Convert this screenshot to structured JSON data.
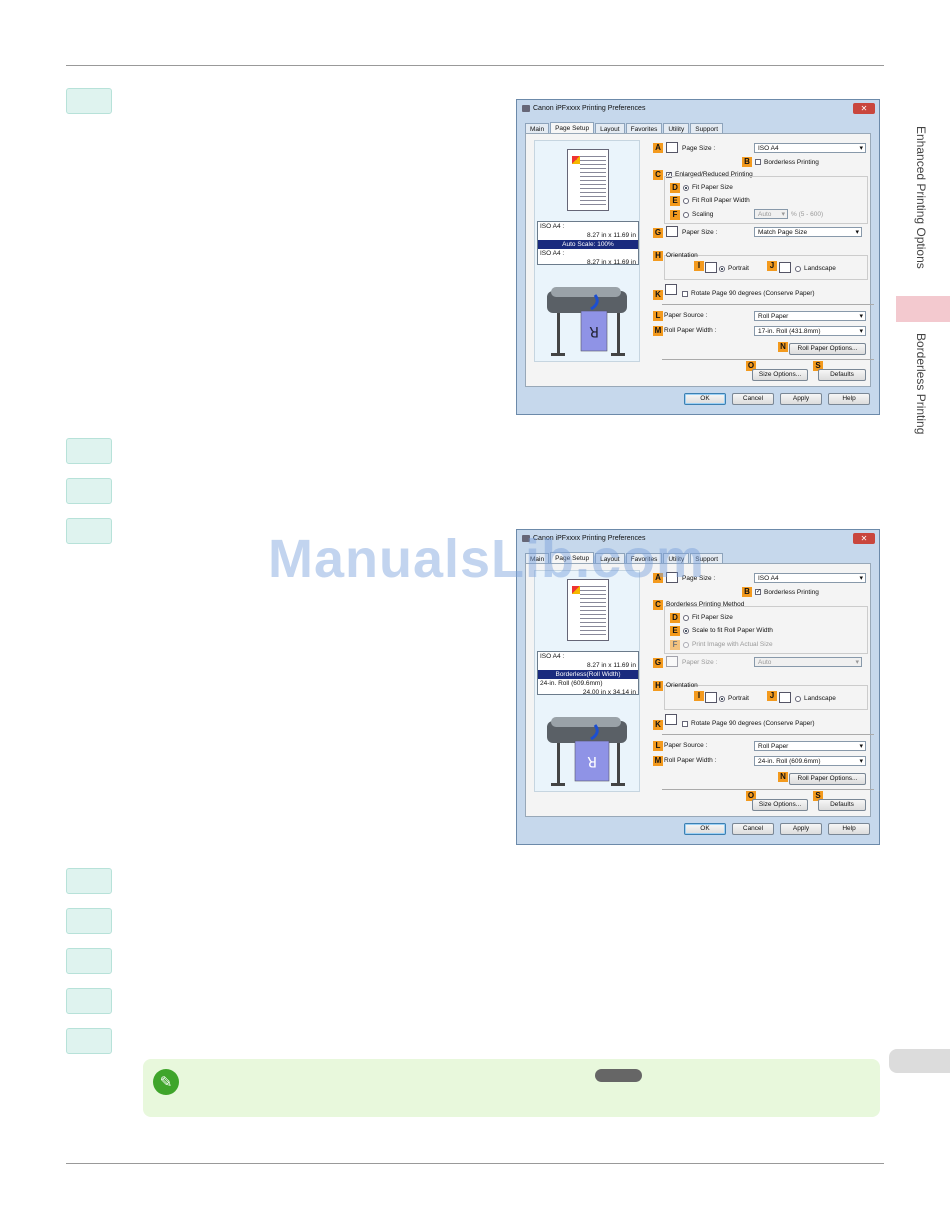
{
  "side_titles": {
    "section": "Enhanced Printing Options",
    "subsection": "Borderless Printing"
  },
  "watermark": "ManualsLib.com",
  "dialog1": {
    "title": "Canon iPFxxxx Printing Preferences",
    "close": "✕",
    "tabs": [
      "Main",
      "Page Setup",
      "Layout",
      "Favorites",
      "Utility",
      "Support"
    ],
    "preview_info": {
      "l1": "ISO A4 :",
      "l2": "8.27 in x 11.69 in",
      "l3": "Auto Scale: 100%",
      "l4": "ISO A4 :",
      "l5": "8.27 in x 11.69 in"
    },
    "badges": {
      "a": "A",
      "b": "B",
      "c": "C",
      "d": "D",
      "e": "E",
      "f": "F",
      "g": "G",
      "h": "H",
      "i": "I",
      "j": "J",
      "k": "K",
      "l": "L",
      "m": "M",
      "n": "N",
      "o": "O",
      "s": "S"
    },
    "page_size_label": "Page Size :",
    "page_size_value": "ISO A4",
    "borderless_label": "Borderless Printing",
    "borderless_checked": false,
    "enlarged_label": "Enlarged/Reduced Printing",
    "fit_paper_label": "Fit Paper Size",
    "fit_roll_label": "Fit Roll Paper Width",
    "scaling_label": "Scaling",
    "scaling_value": "Auto",
    "scaling_range": "% (5 - 600)",
    "paper_size_label": "Paper Size :",
    "paper_size_value": "Match Page Size",
    "orientation_label": "Orientation",
    "portrait_label": "Portrait",
    "landscape_label": "Landscape",
    "rotate_label": "Rotate Page 90 degrees (Conserve Paper)",
    "paper_source_label": "Paper Source :",
    "paper_source_value": "Roll Paper",
    "roll_width_label": "Roll Paper Width :",
    "roll_width_value": "17-in. Roll (431.8mm)",
    "roll_options": "Roll Paper Options...",
    "size_options": "Size Options...",
    "defaults": "Defaults",
    "ok": "OK",
    "cancel": "Cancel",
    "apply": "Apply",
    "help": "Help"
  },
  "dialog2": {
    "title": "Canon iPFxxxx Printing Preferences",
    "close": "✕",
    "tabs": [
      "Main",
      "Page Setup",
      "Layout",
      "Favorites",
      "Utility",
      "Support"
    ],
    "preview_info": {
      "l1": "ISO A4 :",
      "l2": "8.27 in x 11.69 in",
      "l3": "Borderless(Roll Width)",
      "l4": "24-in. Roll (609.6mm)",
      "l5": "24.00 in x 34.14 in"
    },
    "badges": {
      "a": "A",
      "b": "B",
      "c": "C",
      "d": "D",
      "e": "E",
      "f": "F",
      "g": "G",
      "h": "H",
      "i": "I",
      "j": "J",
      "k": "K",
      "l": "L",
      "m": "M",
      "n": "N",
      "o": "O",
      "s": "S"
    },
    "page_size_label": "Page Size :",
    "page_size_value": "ISO A4",
    "borderless_label": "Borderless Printing",
    "borderless_checked": true,
    "method_label": "Borderless Printing Method",
    "fit_paper_label": "Fit Paper Size",
    "scale_roll_label": "Scale to fit Roll Paper Width",
    "actual_size_label": "Print Image with Actual Size",
    "paper_size_label": "Paper Size :",
    "paper_size_value": "Auto",
    "orientation_label": "Orientation",
    "portrait_label": "Portrait",
    "landscape_label": "Landscape",
    "rotate_label": "Rotate Page 90 degrees (Conserve Paper)",
    "paper_source_label": "Paper Source :",
    "paper_source_value": "Roll Paper",
    "roll_width_label": "Roll Paper Width :",
    "roll_width_value": "24-in. Roll (609.6mm)",
    "roll_options": "Roll Paper Options...",
    "size_options": "Size Options...",
    "defaults": "Defaults",
    "ok": "OK",
    "cancel": "Cancel",
    "apply": "Apply",
    "help": "Help"
  },
  "note_icon": "✎",
  "check_mark": "✓",
  "colors": {
    "step_fill": "#dff3ef",
    "note_fill": "#e8f8dc",
    "side_tab": "#f3c9cf",
    "badge": "#f39a1e"
  }
}
